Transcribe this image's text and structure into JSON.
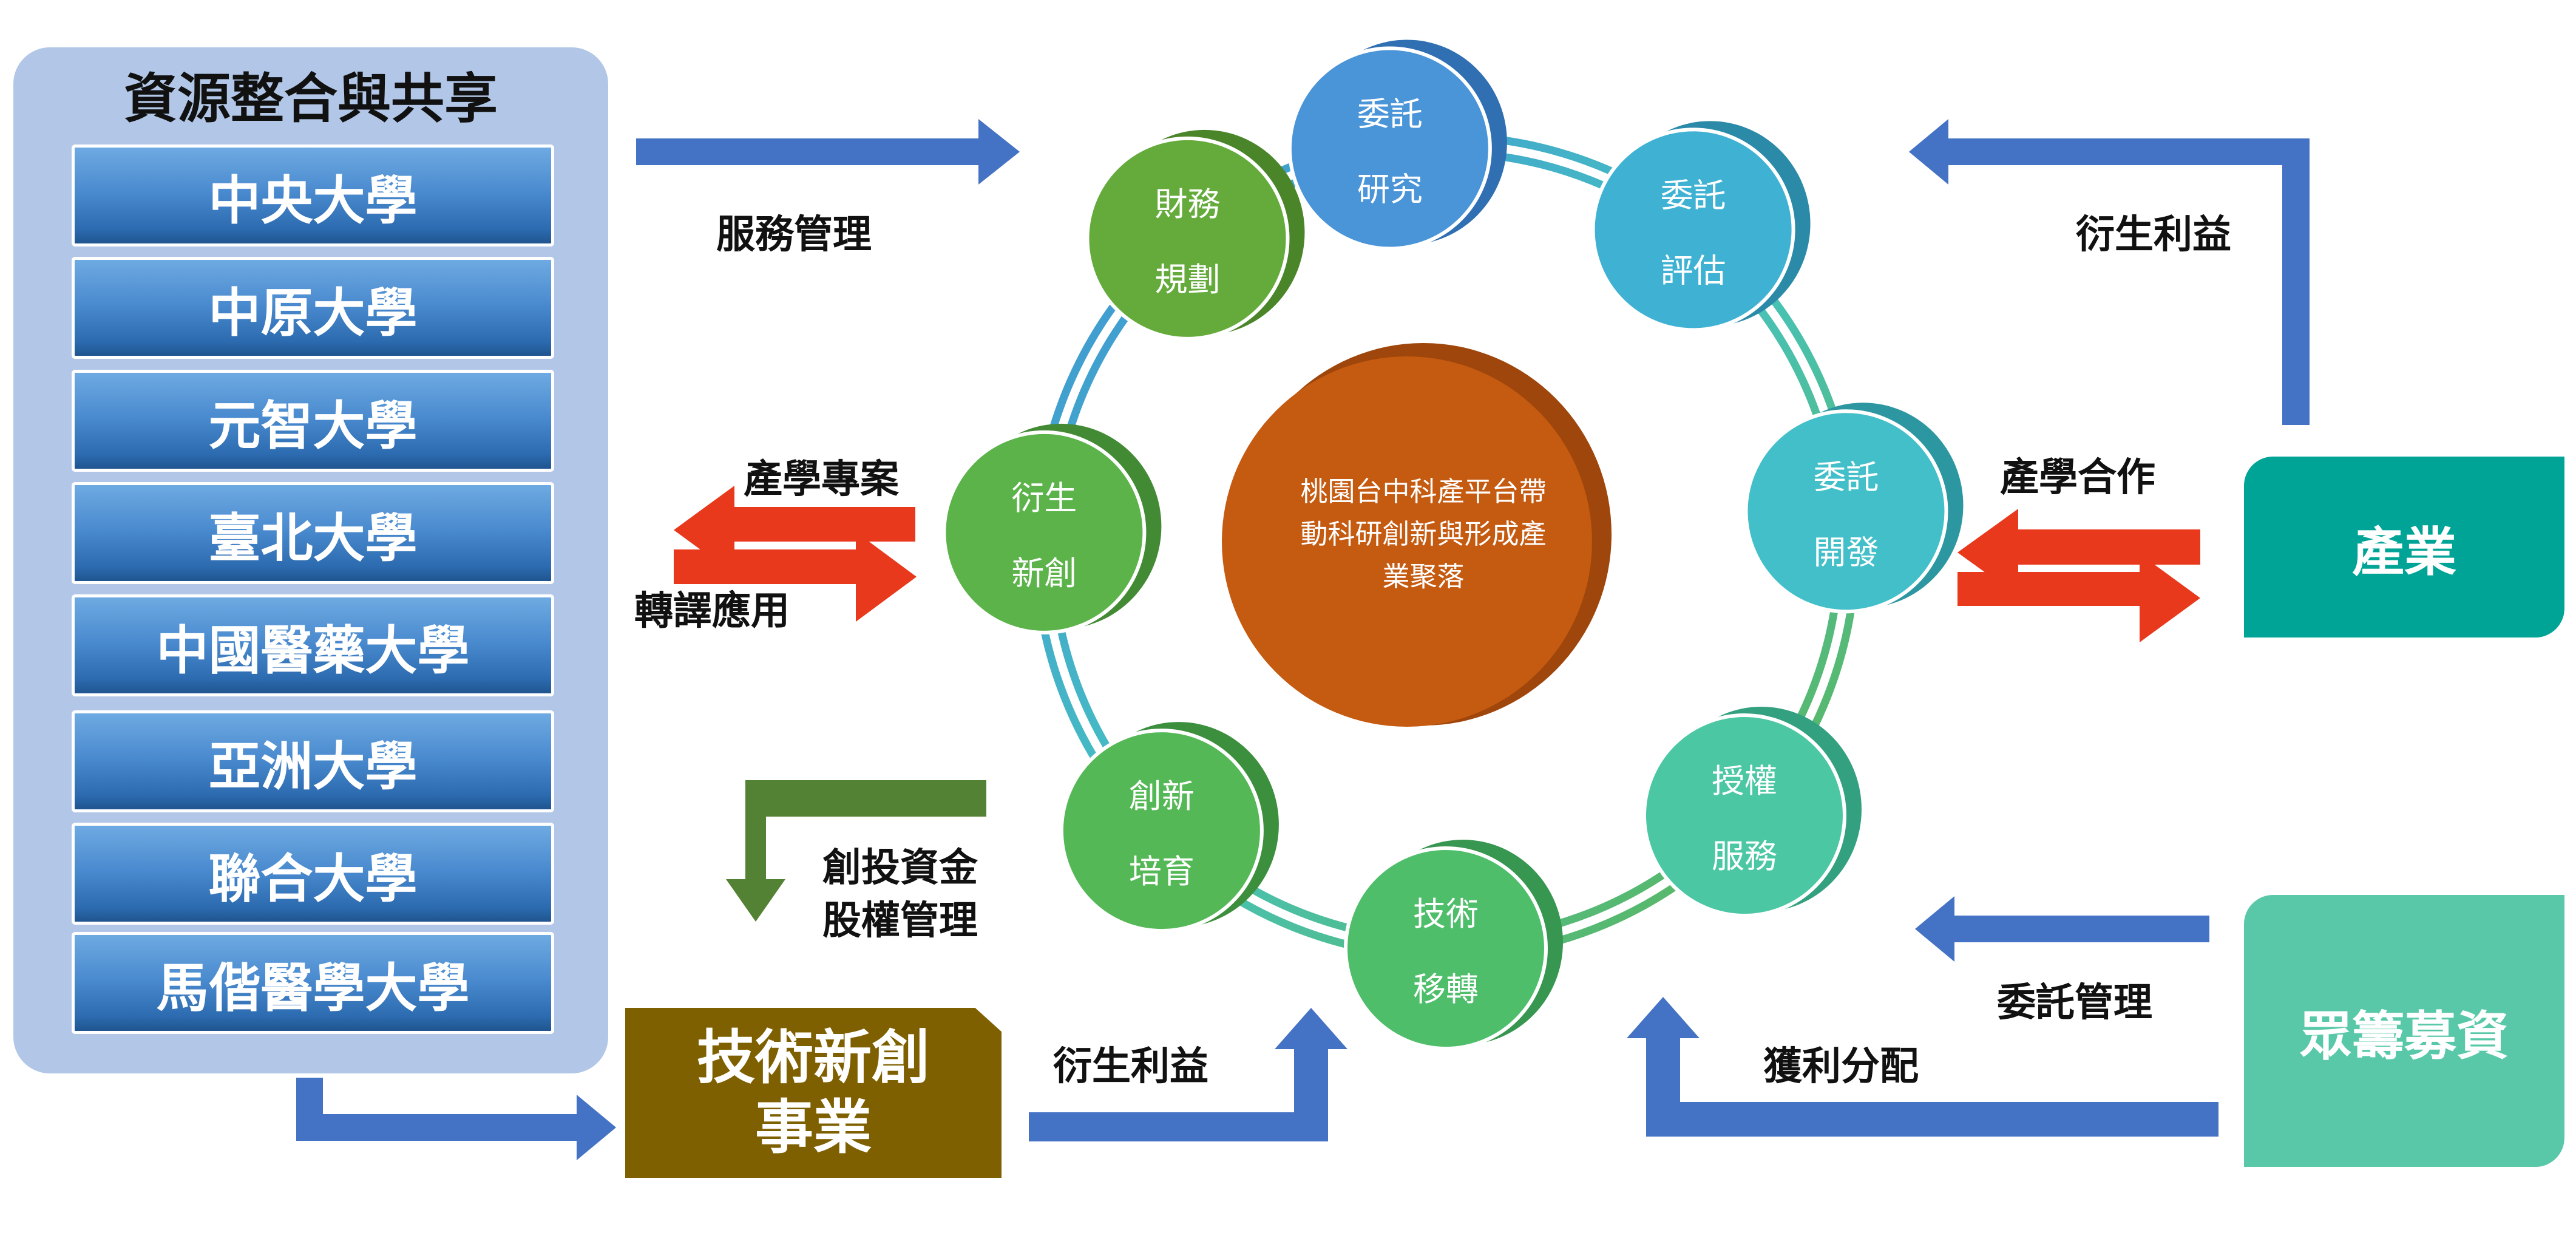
{
  "resources": {
    "title": "資源整合與共享",
    "universities": [
      "中央大學",
      "中原大學",
      "元智大學",
      "臺北大學",
      "中國醫藥大學",
      "亞洲大學",
      "聯合大學",
      "馬偕醫學大學"
    ]
  },
  "center": {
    "text": [
      "桃園台中科產平台帶",
      "動科研創新與形成產",
      "業聚落"
    ]
  },
  "nodes": [
    {
      "id": "entrust-research",
      "lines": [
        "委託",
        "研究"
      ],
      "color": "#4a94d8",
      "shadow": "#2f6fb2"
    },
    {
      "id": "entrust-evaluation",
      "lines": [
        "委託",
        "評估"
      ],
      "color": "#3fb2d4",
      "shadow": "#2a8aa8"
    },
    {
      "id": "entrust-development",
      "lines": [
        "委託",
        "開發"
      ],
      "color": "#42bfc9",
      "shadow": "#2c97a0"
    },
    {
      "id": "licensing-service",
      "lines": [
        "授權",
        "服務"
      ],
      "color": "#4cc7a3",
      "shadow": "#33a07f"
    },
    {
      "id": "tech-transfer",
      "lines": [
        "技術",
        "移轉"
      ],
      "color": "#4fbe6b",
      "shadow": "#37964f"
    },
    {
      "id": "innovation-incubation",
      "lines": [
        "創新",
        "培育"
      ],
      "color": "#55b856",
      "shadow": "#3c8f3d"
    },
    {
      "id": "spinoff-startup",
      "lines": [
        "衍生",
        "新創"
      ],
      "color": "#5cb34a",
      "shadow": "#438a35"
    },
    {
      "id": "financial-planning",
      "lines": [
        "財務",
        "規劃"
      ],
      "color": "#64ab3c",
      "shadow": "#4a852a"
    }
  ],
  "entities": {
    "industry": "產業",
    "crowdfunding": "眾籌募資",
    "startup": [
      "技術新創",
      "事業"
    ]
  },
  "labels": {
    "service_mgmt": "服務管理",
    "industry_academia_project": "產學專案",
    "translation_application": "轉譯應用",
    "venture_capital": "創投資金",
    "equity_mgmt": "股權管理",
    "spinoff_benefit_bottom": "衍生利益",
    "spinoff_benefit_top": "衍生利益",
    "industry_academia_coop": "產學合作",
    "entrust_mgmt": "委託管理",
    "profit_distribution": "獲利分配"
  },
  "colors": {
    "arrow_blue": "#4472c4",
    "arrow_red": "#e8391d",
    "arrow_green": "#548235",
    "center": "#c55a11",
    "center_shadow": "#9e460b",
    "ring": "#5faa45"
  }
}
